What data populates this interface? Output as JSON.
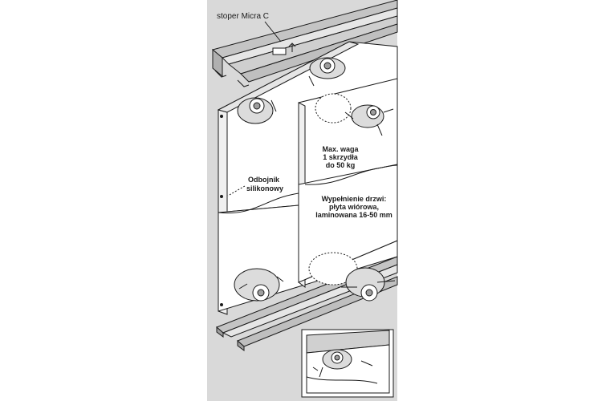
{
  "labels": {
    "stopper": "stoper Micra C",
    "bumper_line1": "Odbojnik",
    "bumper_line2": "silikonowy",
    "weight_line1": "Max. waga",
    "weight_line2": "1 skrzydła",
    "weight_line3": "do 50 kg",
    "fill_line1": "Wypełnienie drzwi:",
    "fill_line2": "płyta wiórowa,",
    "fill_line3": "laminowana 16-50 mm"
  },
  "colors": {
    "background": "#d9d9d9",
    "panel": "#ffffff",
    "outline": "#1a1a1a",
    "rail": "#bfbfbf"
  }
}
